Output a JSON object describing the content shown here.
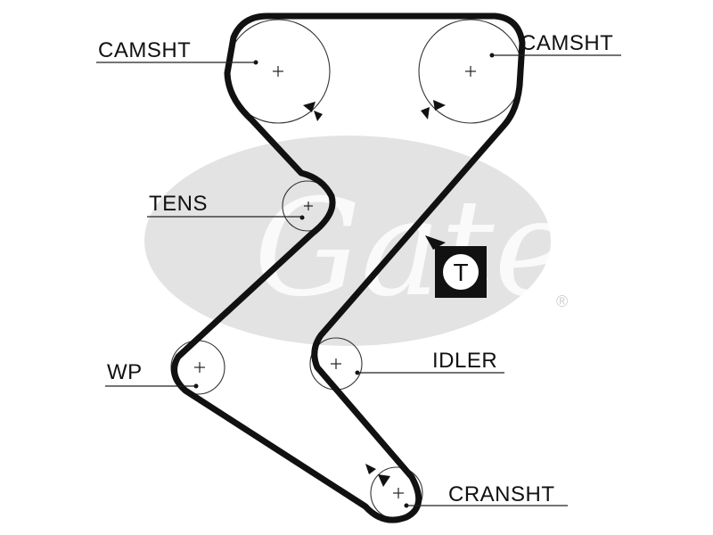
{
  "diagram": {
    "labels": {
      "camshaft_left": "CAMSHT",
      "camshaft_right": "CAMSHT",
      "tensioner": "TENS",
      "water_pump": "WP",
      "idler": "IDLER",
      "crankshaft": "CRANSHT"
    },
    "tensioner_marker": "T",
    "watermark": "Gates",
    "watermark_mark": "®"
  }
}
